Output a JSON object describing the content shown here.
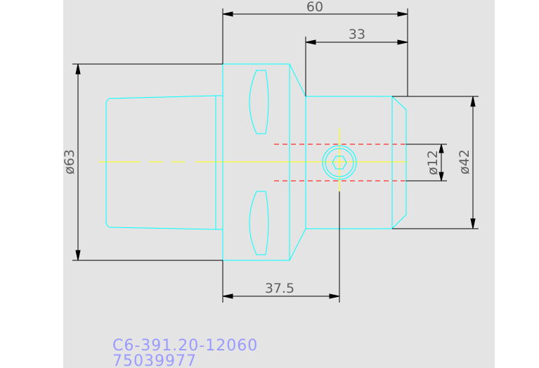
{
  "colors": {
    "background": "#e4e4e4",
    "outline": "#00ffff",
    "dimension": "#000000",
    "dimension_text": "#606060",
    "center_line": "#ffff00",
    "hidden_line": "#ff0000",
    "label": "#9a9aff"
  },
  "dimensions": {
    "overall_length": "60",
    "shank_length": "33",
    "hole_position": "37.5",
    "flange_diameter": "ø63",
    "shank_diameter": "ø42",
    "bore_diameter": "ø12"
  },
  "label": {
    "part_number": "C6-391.20-12060",
    "article_number": "75039977"
  }
}
